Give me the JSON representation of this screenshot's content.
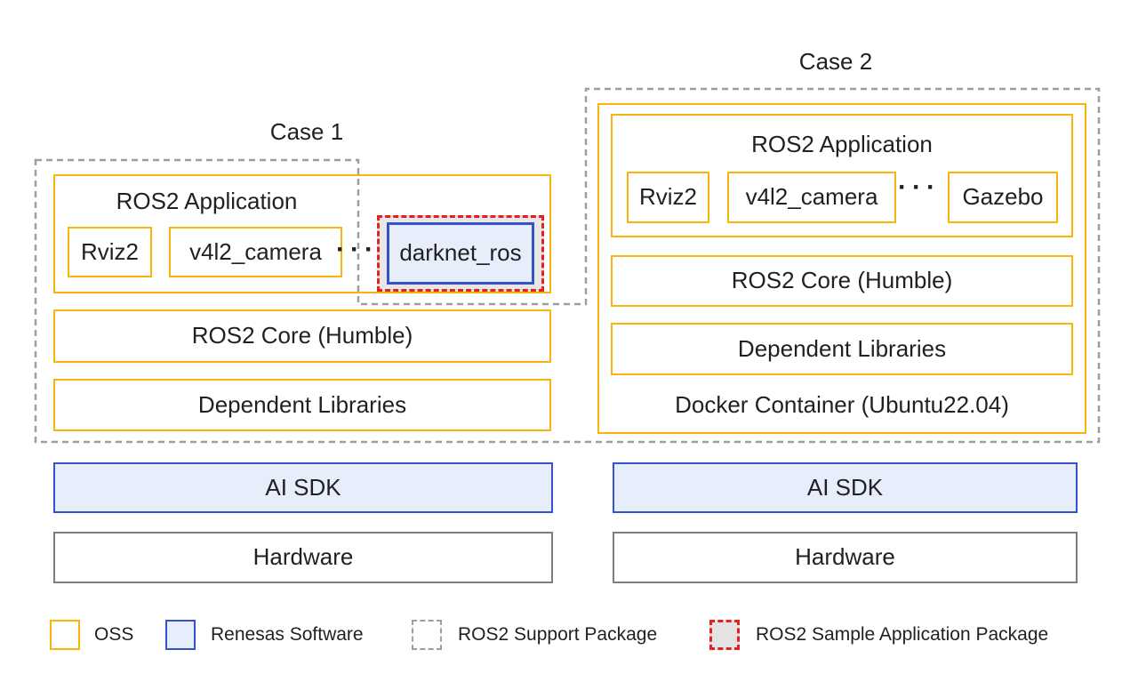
{
  "case1": {
    "title": "Case 1",
    "app_label": "ROS2 Application",
    "item1": "Rviz2",
    "item2": "v4l2_camera",
    "dots": "···",
    "sample_item": "darknet_ros",
    "core": "ROS2 Core (Humble)",
    "deps": "Dependent Libraries",
    "aisdk": "AI SDK",
    "hardware": "Hardware"
  },
  "case2": {
    "title": "Case 2",
    "app_label": "ROS2 Application",
    "item1": "Rviz2",
    "item2": "v4l2_camera",
    "dots": "···",
    "item3": "Gazebo",
    "core": "ROS2 Core (Humble)",
    "deps": "Dependent Libraries",
    "docker": "Docker Container (Ubuntu22.04)",
    "aisdk": "AI SDK",
    "hardware": "Hardware"
  },
  "legend": {
    "oss": "OSS",
    "renesas": "Renesas Software",
    "support": "ROS2 Support Package",
    "sample": "ROS2 Sample Application Package"
  },
  "colors": {
    "yellow": "#F9B50B",
    "blue_border": "#3352CC",
    "blue_fill": "#E8EDFB",
    "gray_border": "#7E7E7E",
    "dash_gray": "#9E9E9E",
    "dash_red": "#E5201D",
    "sample_fill": "#E7E7E7",
    "text": "#1F2023"
  }
}
